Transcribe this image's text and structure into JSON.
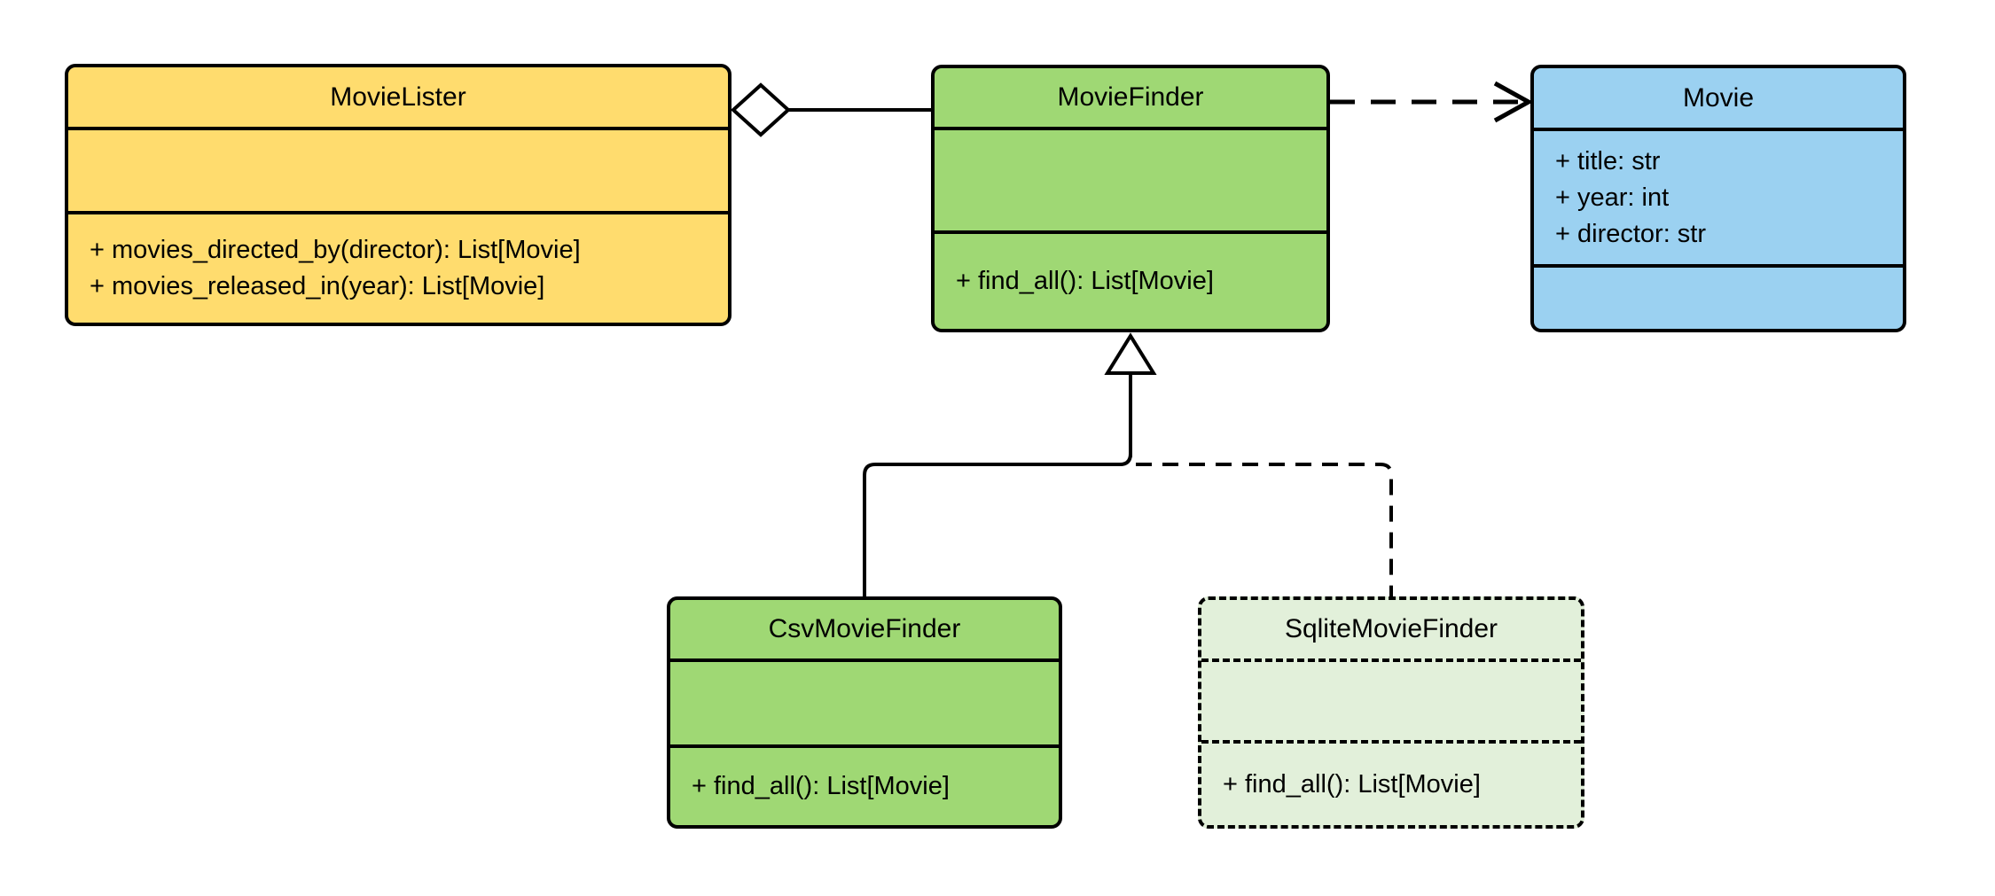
{
  "diagram": {
    "classes": [
      {
        "name": "MovieLister",
        "attributes": [],
        "methods": [
          "+ movies_directed_by(director): List[Movie]",
          "+ movies_released_in(year): List[Movie]"
        ],
        "fill": "#FFDC6E",
        "border_style": "solid"
      },
      {
        "name": "MovieFinder",
        "attributes": [],
        "methods": [
          "+ find_all(): List[Movie]"
        ],
        "fill": "#9FD874",
        "border_style": "solid"
      },
      {
        "name": "Movie",
        "attributes": [
          "+ title: str",
          "+ year: int",
          "+ director: str"
        ],
        "methods": [],
        "fill": "#9BD1F1",
        "border_style": "solid"
      },
      {
        "name": "CsvMovieFinder",
        "attributes": [],
        "methods": [
          "+ find_all(): List[Movie]"
        ],
        "fill": "#9FD874",
        "border_style": "solid"
      },
      {
        "name": "SqliteMovieFinder",
        "attributes": [],
        "methods": [
          "+ find_all(): List[Movie]"
        ],
        "fill": "#E2F0DA",
        "border_style": "dashed"
      }
    ],
    "relationships": [
      {
        "type": "aggregation",
        "from": "MovieLister",
        "to": "MovieFinder",
        "line": "solid"
      },
      {
        "type": "dependency",
        "from": "MovieFinder",
        "to": "Movie",
        "line": "dashed"
      },
      {
        "type": "inheritance",
        "from": "CsvMovieFinder",
        "to": "MovieFinder",
        "line": "solid"
      },
      {
        "type": "inheritance",
        "from": "SqliteMovieFinder",
        "to": "MovieFinder",
        "line": "dashed"
      }
    ],
    "colors": {
      "yellow": "#FFDC6E",
      "green": "#9FD874",
      "pale_green": "#E2F0DA",
      "blue": "#9BD1F1",
      "stroke": "#000000",
      "background": "#FFFFFF"
    }
  }
}
